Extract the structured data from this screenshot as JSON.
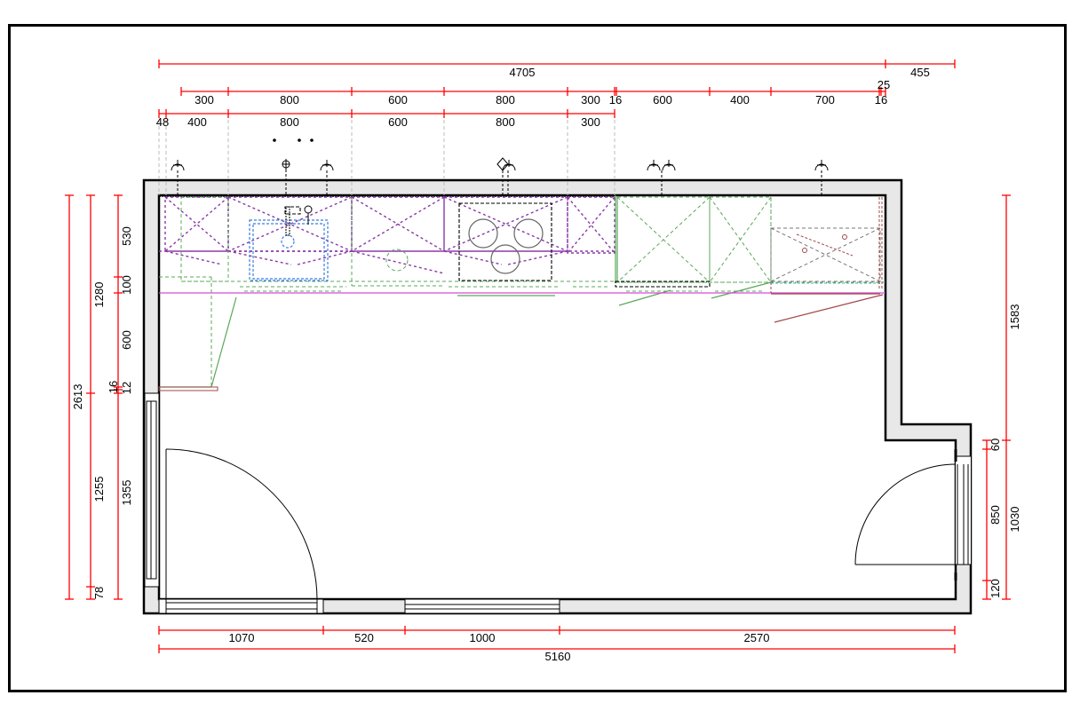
{
  "drawing": {
    "type": "kitchen floor plan",
    "colors": {
      "dimension": "#ff0000",
      "wall_fill": "#e8e8e8",
      "upper_cabinets": "#8a3aa8",
      "base_cabinets": "#5aa85a",
      "sink": "#3a7ee0",
      "countertop_line": "#d64ad6",
      "tall_unit": "#a04848"
    }
  },
  "dimensions": {
    "top": {
      "overall": [
        "4705",
        "455"
      ],
      "row1": [
        "300",
        "800",
        "600",
        "800",
        "300",
        "16",
        "600",
        "400",
        "700",
        "25",
        "16"
      ],
      "row2": [
        "48",
        "400",
        "800",
        "600",
        "800",
        "300"
      ]
    },
    "left": {
      "outer": [
        "2613"
      ],
      "middle": [
        "1280",
        "1255",
        "78"
      ],
      "inner": [
        "530",
        "100",
        "600",
        "16",
        "12",
        "1355"
      ]
    },
    "right": {
      "outer": [
        "1583",
        "1030"
      ],
      "inner": [
        "60",
        "850",
        "120"
      ]
    },
    "bottom": {
      "segments": [
        "1070",
        "520",
        "1000",
        "2570"
      ],
      "overall": [
        "5160"
      ]
    }
  },
  "symbols": {
    "sockets": [
      "socket-1",
      "socket-2",
      "socket-3",
      "socket-4",
      "socket-5",
      "socket-6"
    ],
    "water_tap": "tap-symbol",
    "gas_connection": "gas-symbol"
  }
}
